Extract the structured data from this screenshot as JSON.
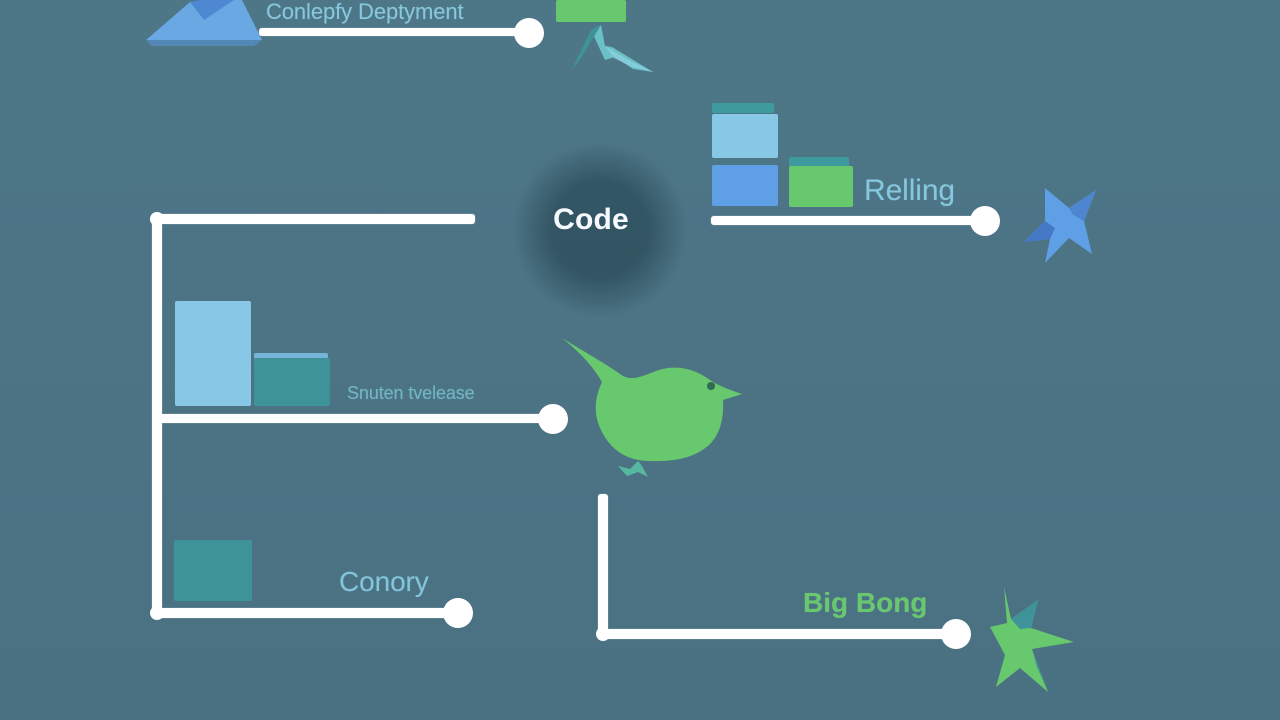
{
  "diagram": {
    "center": {
      "label": "Code"
    },
    "labels": {
      "canary_deployment": "Conlepfy Deptyment",
      "rolling": "Relling",
      "shadow_release": "Snuten tvelease",
      "canary": "Conory",
      "big_bang": "Big Bong"
    },
    "colors": {
      "background": "#4b7283",
      "line": "#ffffff",
      "light_blue": "#88c8e6",
      "blue": "#5f9fe6",
      "teal": "#3e9398",
      "green": "#68c86d"
    }
  }
}
